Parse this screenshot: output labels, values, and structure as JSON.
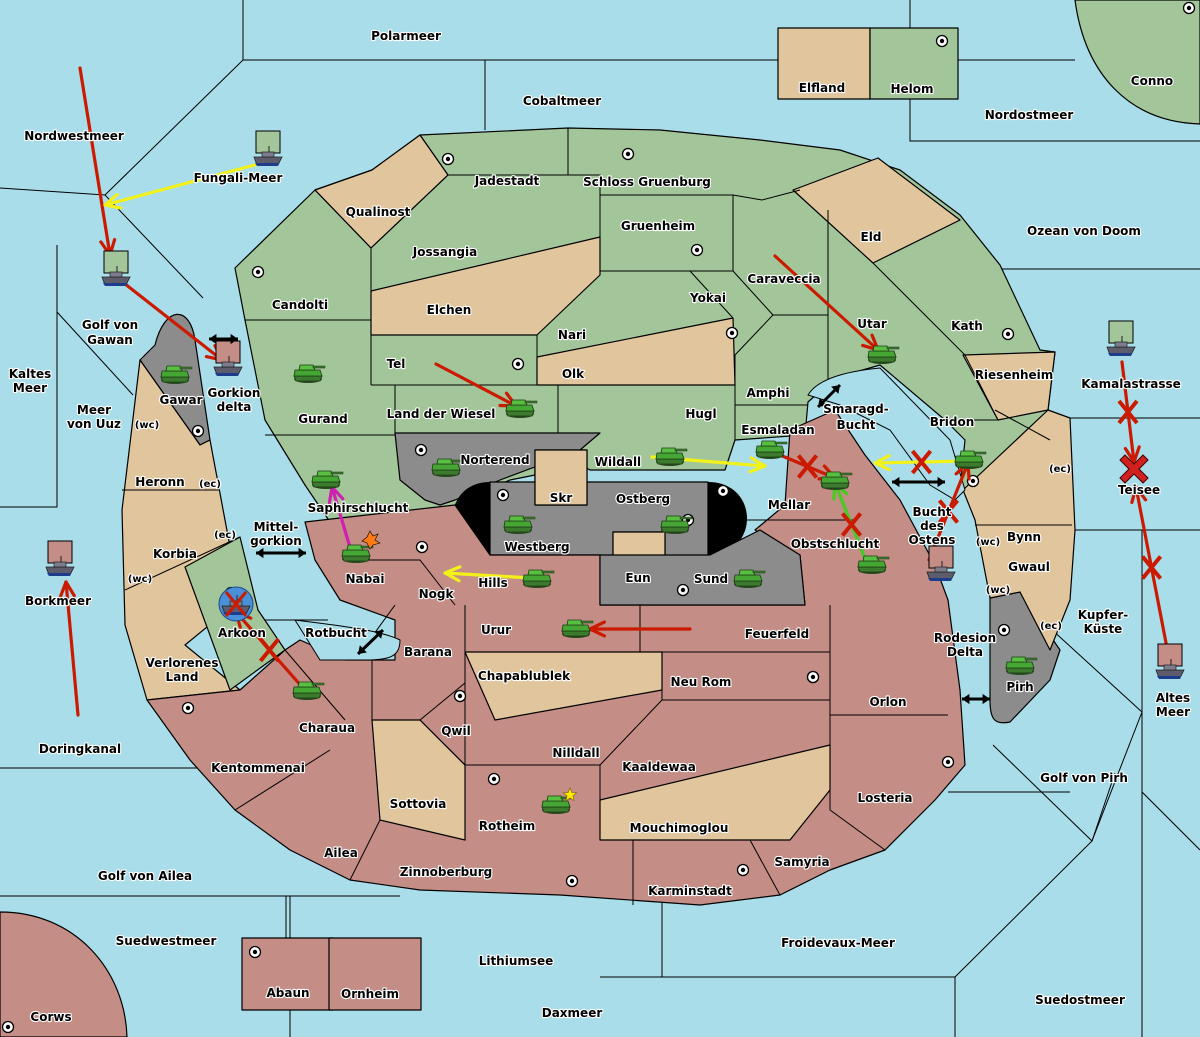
{
  "board": {
    "title": "Diplomacy map",
    "colors": {
      "sea": "#a8dde9",
      "green_power": "#a2c59a",
      "red_power": "#c48d86",
      "neutral": "#e1c59d",
      "impassable": "#8c8c8c",
      "void": "#000000",
      "move_order": "#cc1a00",
      "support_order": "#f2f21a",
      "convoy_order": "#d020b0",
      "retreat_order": "#44cc22",
      "unit_tank": "#3a9a2a",
      "dislodged_ring": "#4a90d8",
      "build_star": "#ffee00"
    }
  },
  "seas": [
    {
      "id": "polarmeer",
      "label": "Polarmeer"
    },
    {
      "id": "cobaltmeer",
      "label": "Cobaltmeer"
    },
    {
      "id": "nordostmeer",
      "label": "Nordostmeer"
    },
    {
      "id": "nordwestmeer",
      "label": "Nordwestmeer"
    },
    {
      "id": "fungali-meer",
      "label": "Fungali-Meer"
    },
    {
      "id": "golf-von-gawan",
      "label": "Golf von Gawan"
    },
    {
      "id": "kaltes-meer",
      "label": "Kaltes Meer"
    },
    {
      "id": "meer-von-uuz",
      "label": "Meer von Uuz"
    },
    {
      "id": "gorkion-delta",
      "label": "Gorkion delta"
    },
    {
      "id": "mittel-gorkion",
      "label": "Mittel- gorkion"
    },
    {
      "id": "rotbucht",
      "label": "Rotbucht"
    },
    {
      "id": "borkmeer",
      "label": "Borkmeer"
    },
    {
      "id": "doringkanal",
      "label": "Doringkanal"
    },
    {
      "id": "golf-von-ailea",
      "label": "Golf von Ailea"
    },
    {
      "id": "suedwestmeer",
      "label": "Suedwestmeer"
    },
    {
      "id": "lithiumsee",
      "label": "Lithiumsee"
    },
    {
      "id": "daxmeer",
      "label": "Daxmeer"
    },
    {
      "id": "froidevaux-meer",
      "label": "Froidevaux-Meer"
    },
    {
      "id": "suedostmeer",
      "label": "Suedostmeer"
    },
    {
      "id": "golf-von-pirh",
      "label": "Golf von Pirh"
    },
    {
      "id": "altes-meer",
      "label": "Altes Meer"
    },
    {
      "id": "kupfer-kueste",
      "label": "Kupfer- Küste"
    },
    {
      "id": "teisee",
      "label": "Teisee"
    },
    {
      "id": "kamalastrasse",
      "label": "Kamalastrasse"
    },
    {
      "id": "ozean-von-doom",
      "label": "Ozean von Doom"
    },
    {
      "id": "smaragd-bucht",
      "label": "Smaragd- Bucht"
    },
    {
      "id": "bucht-des-ostens",
      "label": "Bucht des Ostens"
    },
    {
      "id": "rodesion-delta",
      "label": "Rodesion Delta"
    }
  ],
  "territories": [
    {
      "id": "elfland",
      "label": "Elfland",
      "owner": "neutral",
      "sc": false
    },
    {
      "id": "helom",
      "label": "Helom",
      "owner": "green",
      "sc": true
    },
    {
      "id": "conno",
      "label": "Conno",
      "owner": "green",
      "sc": true
    },
    {
      "id": "qualinost",
      "label": "Qualinost",
      "owner": "neutral",
      "sc": false
    },
    {
      "id": "jadestadt",
      "label": "Jadestadt",
      "owner": "green",
      "sc": true
    },
    {
      "id": "schloss-gruenburg",
      "label": "Schloss Gruenburg",
      "owner": "green",
      "sc": true
    },
    {
      "id": "gruenheim",
      "label": "Gruenheim",
      "owner": "green",
      "sc": true
    },
    {
      "id": "jossangia",
      "label": "Jossangia",
      "owner": "green",
      "sc": false
    },
    {
      "id": "candolti",
      "label": "Candolti",
      "owner": "green",
      "sc": true
    },
    {
      "id": "elchen",
      "label": "Elchen",
      "owner": "neutral",
      "sc": false
    },
    {
      "id": "eld",
      "label": "Eld",
      "owner": "neutral",
      "sc": false
    },
    {
      "id": "caraveccia",
      "label": "Caraveccia",
      "owner": "green",
      "sc": false
    },
    {
      "id": "yokai",
      "label": "Yokai",
      "owner": "green",
      "sc": true
    },
    {
      "id": "nari",
      "label": "Nari",
      "owner": "green",
      "sc": false
    },
    {
      "id": "olk",
      "label": "Olk",
      "owner": "neutral",
      "sc": false
    },
    {
      "id": "tel",
      "label": "Tel",
      "owner": "green",
      "sc": true
    },
    {
      "id": "gurand",
      "label": "Gurand",
      "owner": "green",
      "sc": false
    },
    {
      "id": "land-der-wiesel",
      "label": "Land der Wiesel",
      "owner": "green",
      "sc": false
    },
    {
      "id": "hugl",
      "label": "Hugl",
      "owner": "green",
      "sc": false
    },
    {
      "id": "amphi",
      "label": "Amphi",
      "owner": "green",
      "sc": false
    },
    {
      "id": "utar",
      "label": "Utar",
      "owner": "green",
      "sc": false
    },
    {
      "id": "kath",
      "label": "Kath",
      "owner": "green",
      "sc": true
    },
    {
      "id": "riesenheim",
      "label": "Riesenheim",
      "owner": "neutral",
      "sc": false
    },
    {
      "id": "bridon",
      "label": "Bridon",
      "owner": "green",
      "sc": true
    },
    {
      "id": "esmaladan",
      "label": "Esmaladan",
      "owner": "green",
      "sc": false
    },
    {
      "id": "wildall",
      "label": "Wildall",
      "owner": "green",
      "sc": false
    },
    {
      "id": "norterend",
      "label": "Norterend",
      "owner": "impassable",
      "sc": true
    },
    {
      "id": "saphirschlucht",
      "label": "Saphirschlucht",
      "owner": "green",
      "sc": false
    },
    {
      "id": "gawar",
      "label": "Gawar",
      "owner": "impassable",
      "sc": true
    },
    {
      "id": "heronn",
      "label": "Heronn",
      "owner": "neutral",
      "sc": false,
      "coasts": [
        "(wc)",
        "(ec)"
      ]
    },
    {
      "id": "korbia",
      "label": "Korbia",
      "owner": "neutral",
      "sc": false,
      "coasts": [
        "(ec)",
        "(wc)"
      ]
    },
    {
      "id": "arkoon",
      "label": "Arkoon",
      "owner": "green",
      "sc": true
    },
    {
      "id": "verlorenes-land",
      "label": "Verlorenes Land",
      "owner": "neutral",
      "sc": false
    },
    {
      "id": "skr",
      "label": "Skr",
      "owner": "neutral",
      "sc": false
    },
    {
      "id": "westberg",
      "label": "Westberg",
      "owner": "impassable",
      "sc": true
    },
    {
      "id": "ostberg",
      "label": "Ostberg",
      "owner": "impassable",
      "sc": true
    },
    {
      "id": "eun",
      "label": "Eun",
      "owner": "neutral",
      "sc": false
    },
    {
      "id": "sund",
      "label": "Sund",
      "owner": "impassable",
      "sc": true
    },
    {
      "id": "nabai",
      "label": "Nabai",
      "owner": "red",
      "sc": true
    },
    {
      "id": "nogk",
      "label": "Nogk",
      "owner": "red",
      "sc": false
    },
    {
      "id": "hills",
      "label": "Hills",
      "owner": "red",
      "sc": false
    },
    {
      "id": "mellar",
      "label": "Mellar",
      "owner": "red",
      "sc": true
    },
    {
      "id": "obstschlucht",
      "label": "Obstschlucht",
      "owner": "red",
      "sc": false
    },
    {
      "id": "bynn",
      "label": "Bynn",
      "owner": "neutral",
      "sc": false,
      "coasts": [
        "(ec)",
        "(wc)"
      ]
    },
    {
      "id": "gwaul",
      "label": "Gwaul",
      "owner": "neutral",
      "sc": false,
      "coasts": [
        "(wc)",
        "(ec)"
      ]
    },
    {
      "id": "pirh",
      "label": "Pirh",
      "owner": "impassable",
      "sc": true
    },
    {
      "id": "urur",
      "label": "Urur",
      "owner": "red",
      "sc": false
    },
    {
      "id": "feuerfeld",
      "label": "Feuerfeld",
      "owner": "red",
      "sc": false
    },
    {
      "id": "barana",
      "label": "Barana",
      "owner": "red",
      "sc": false
    },
    {
      "id": "chapablublek",
      "label": "Chapablublek",
      "owner": "neutral",
      "sc": false
    },
    {
      "id": "neu-rom",
      "label": "Neu Rom",
      "owner": "red",
      "sc": true
    },
    {
      "id": "orlon",
      "label": "Orlon",
      "owner": "red",
      "sc": true
    },
    {
      "id": "qwil",
      "label": "Qwil",
      "owner": "red",
      "sc": true
    },
    {
      "id": "nilldall",
      "label": "Nilldall",
      "owner": "red",
      "sc": false
    },
    {
      "id": "kaaldewaa",
      "label": "Kaaldewaa",
      "owner": "red",
      "sc": false
    },
    {
      "id": "charaua",
      "label": "Charaua",
      "owner": "red",
      "sc": false
    },
    {
      "id": "kentommenai",
      "label": "Kentommenai",
      "owner": "red",
      "sc": true
    },
    {
      "id": "sottovia",
      "label": "Sottovia",
      "owner": "neutral",
      "sc": false
    },
    {
      "id": "rotheim",
      "label": "Rotheim",
      "owner": "red",
      "sc": true
    },
    {
      "id": "mouchimoglou",
      "label": "Mouchimoglou",
      "owner": "neutral",
      "sc": false
    },
    {
      "id": "losteria",
      "label": "Losteria",
      "owner": "red",
      "sc": true
    },
    {
      "id": "samyria",
      "label": "Samyria",
      "owner": "red",
      "sc": false
    },
    {
      "id": "ailea",
      "label": "Ailea",
      "owner": "red",
      "sc": false
    },
    {
      "id": "zinnoberburg",
      "label": "Zinnoberburg",
      "owner": "red",
      "sc": true
    },
    {
      "id": "karminstadt",
      "label": "Karminstadt",
      "owner": "red",
      "sc": true
    },
    {
      "id": "abaun",
      "label": "Abaun",
      "owner": "red",
      "sc": true
    },
    {
      "id": "ornheim",
      "label": "Ornheim",
      "owner": "red",
      "sc": false
    },
    {
      "id": "corws",
      "label": "Corws",
      "owner": "red",
      "sc": true
    }
  ],
  "units": [
    {
      "type": "fleet",
      "power": "green",
      "location": "Fungali-Meer"
    },
    {
      "type": "fleet",
      "power": "green",
      "location": "Golf von Gawan"
    },
    {
      "type": "fleet",
      "power": "red",
      "location": "Gorkion delta"
    },
    {
      "type": "fleet",
      "power": "red",
      "location": "Borkmeer"
    },
    {
      "type": "fleet",
      "power": "green",
      "location": "Kamalastrasse"
    },
    {
      "type": "fleet",
      "power": "red",
      "location": "Altes Meer"
    },
    {
      "type": "fleet",
      "power": "red",
      "location": "Bucht des Ostens"
    },
    {
      "type": "fleet",
      "power": "green",
      "location": "Arkoon",
      "dislodged": true
    },
    {
      "type": "army",
      "location": "Gawar"
    },
    {
      "type": "army",
      "location": "Gurand"
    },
    {
      "type": "army",
      "location": "Land der Wiesel"
    },
    {
      "type": "army",
      "location": "Utar"
    },
    {
      "type": "army",
      "location": "Norterend"
    },
    {
      "type": "army",
      "location": "Saphirschlucht"
    },
    {
      "type": "army",
      "location": "Wildall"
    },
    {
      "type": "army",
      "location": "Esmaladan"
    },
    {
      "type": "army",
      "location": "Bridon"
    },
    {
      "type": "army",
      "location": "Mellar"
    },
    {
      "type": "army",
      "location": "Westberg"
    },
    {
      "type": "army",
      "location": "Ostberg"
    },
    {
      "type": "army",
      "location": "Nabai",
      "attacked": true
    },
    {
      "type": "army",
      "location": "Hills"
    },
    {
      "type": "army",
      "location": "Sund"
    },
    {
      "type": "army",
      "location": "Obstschlucht"
    },
    {
      "type": "army",
      "location": "Urur"
    },
    {
      "type": "army",
      "location": "Charaua"
    },
    {
      "type": "army",
      "location": "Rotheim",
      "built": true
    },
    {
      "type": "army",
      "location": "Pirh"
    }
  ],
  "orders": [
    {
      "kind": "move",
      "from": "Nordwestmeer",
      "to": "Golf von Gawan"
    },
    {
      "kind": "support",
      "from": "Fungali-Meer",
      "to": "Nordwestmeer"
    },
    {
      "kind": "move",
      "from": "Golf von Gawan",
      "to": "Gorkion delta"
    },
    {
      "kind": "move",
      "from": "Doringkanal",
      "to": "Borkmeer"
    },
    {
      "kind": "move",
      "from": "Tel",
      "to": "Land der Wiesel"
    },
    {
      "kind": "move",
      "from": "Caraveccia",
      "to": "Utar"
    },
    {
      "kind": "convoy",
      "from": "Nabai",
      "to": "Saphirschlucht"
    },
    {
      "kind": "support",
      "from": "Hills",
      "to": "Nabai"
    },
    {
      "kind": "move",
      "from": "Feuerfeld",
      "to": "Urur"
    },
    {
      "kind": "move",
      "from": "Charaua",
      "to": "Arkoon",
      "failed": true
    },
    {
      "kind": "support",
      "from": "Wildall",
      "to": "Esmaladan"
    },
    {
      "kind": "move",
      "from": "Esmaladan",
      "to": "Mellar",
      "failed": true
    },
    {
      "kind": "support",
      "from": "Bridon",
      "to": "Esmaladan",
      "failed": true
    },
    {
      "kind": "retreat",
      "from": "Obstschlucht",
      "to": "Mellar",
      "failed": true
    },
    {
      "kind": "move",
      "from": "Bucht des Ostens",
      "to": "Bridon",
      "failed": true
    },
    {
      "kind": "move",
      "from": "Kamalastrasse",
      "to": "Teisee",
      "failed": true
    },
    {
      "kind": "move",
      "from": "Altes Meer",
      "to": "Teisee",
      "failed": true
    }
  ],
  "icons": {
    "army": "tank-icon",
    "fleet": "ship-icon",
    "supply_center": "supply-center-icon",
    "bounce": "bounce-x-icon",
    "cut": "cut-x-icon",
    "explosion": "explosion-icon",
    "build": "star-icon",
    "passage": "double-arrow-icon"
  }
}
